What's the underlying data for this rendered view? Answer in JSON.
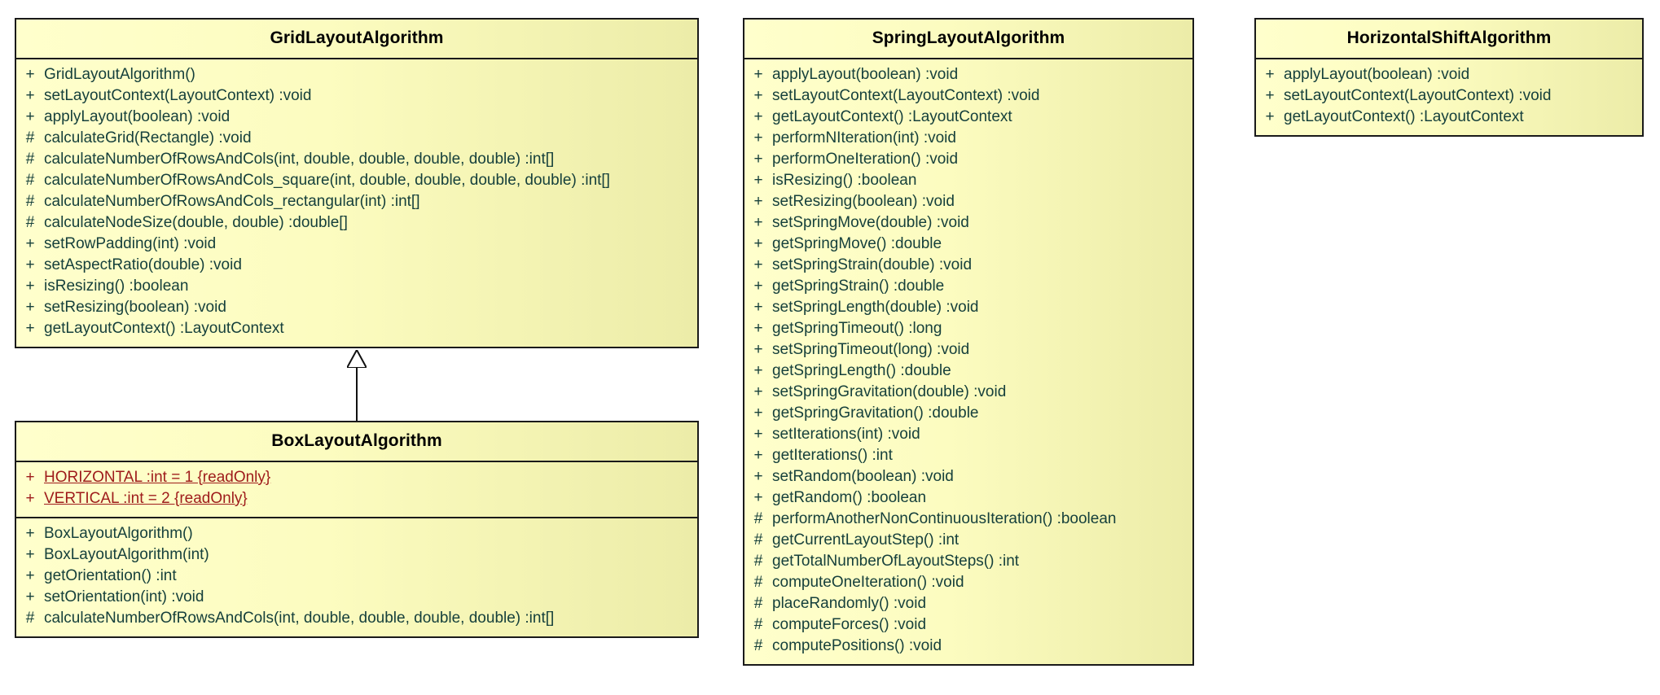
{
  "diagram": {
    "type": "uml-class-diagram",
    "colors": {
      "fill_light": "#ffffcc",
      "fill_dark": "#ececa8",
      "border": "#1a1a1a",
      "member_text": "#16403c",
      "title_text": "#000000",
      "static_attribute_text": "#9e1b1b"
    },
    "relationships": [
      {
        "kind": "generalization",
        "label": "",
        "from": "BoxLayoutAlgorithm",
        "to": "GridLayoutAlgorithm"
      }
    ]
  },
  "classes": {
    "grid": {
      "name": "GridLayoutAlgorithm",
      "attributes": [],
      "methods": [
        {
          "vis": "+",
          "sig": "GridLayoutAlgorithm()"
        },
        {
          "vis": "+",
          "sig": "setLayoutContext(LayoutContext)  :void"
        },
        {
          "vis": "+",
          "sig": "applyLayout(boolean)  :void"
        },
        {
          "vis": "#",
          "sig": "calculateGrid(Rectangle)  :void"
        },
        {
          "vis": "#",
          "sig": "calculateNumberOfRowsAndCols(int, double, double, double, double)  :int[]"
        },
        {
          "vis": "#",
          "sig": "calculateNumberOfRowsAndCols_square(int, double, double, double, double)  :int[]"
        },
        {
          "vis": "#",
          "sig": "calculateNumberOfRowsAndCols_rectangular(int)  :int[]"
        },
        {
          "vis": "#",
          "sig": "calculateNodeSize(double, double)  :double[]"
        },
        {
          "vis": "+",
          "sig": "setRowPadding(int)  :void"
        },
        {
          "vis": "+",
          "sig": "setAspectRatio(double)  :void"
        },
        {
          "vis": "+",
          "sig": "isResizing()  :boolean"
        },
        {
          "vis": "+",
          "sig": "setResizing(boolean)  :void"
        },
        {
          "vis": "+",
          "sig": "getLayoutContext()  :LayoutContext"
        }
      ]
    },
    "box": {
      "name": "BoxLayoutAlgorithm",
      "attributes": [
        {
          "vis": "+",
          "sig": "HORIZONTAL  :int = 1 {readOnly}"
        },
        {
          "vis": "+",
          "sig": "VERTICAL  :int = 2 {readOnly}"
        }
      ],
      "methods": [
        {
          "vis": "+",
          "sig": "BoxLayoutAlgorithm()"
        },
        {
          "vis": "+",
          "sig": "BoxLayoutAlgorithm(int)"
        },
        {
          "vis": "+",
          "sig": "getOrientation()  :int"
        },
        {
          "vis": "+",
          "sig": "setOrientation(int)  :void"
        },
        {
          "vis": "#",
          "sig": "calculateNumberOfRowsAndCols(int, double, double, double, double)  :int[]"
        }
      ]
    },
    "spring": {
      "name": "SpringLayoutAlgorithm",
      "attributes": [],
      "methods": [
        {
          "vis": "+",
          "sig": "applyLayout(boolean)  :void"
        },
        {
          "vis": "+",
          "sig": "setLayoutContext(LayoutContext)  :void"
        },
        {
          "vis": "+",
          "sig": "getLayoutContext()  :LayoutContext"
        },
        {
          "vis": "+",
          "sig": "performNIteration(int)  :void"
        },
        {
          "vis": "+",
          "sig": "performOneIteration()  :void"
        },
        {
          "vis": "+",
          "sig": "isResizing()  :boolean"
        },
        {
          "vis": "+",
          "sig": "setResizing(boolean)  :void"
        },
        {
          "vis": "+",
          "sig": "setSpringMove(double)  :void"
        },
        {
          "vis": "+",
          "sig": "getSpringMove()  :double"
        },
        {
          "vis": "+",
          "sig": "setSpringStrain(double)  :void"
        },
        {
          "vis": "+",
          "sig": "getSpringStrain()  :double"
        },
        {
          "vis": "+",
          "sig": "setSpringLength(double)  :void"
        },
        {
          "vis": "+",
          "sig": "getSpringTimeout()  :long"
        },
        {
          "vis": "+",
          "sig": "setSpringTimeout(long)  :void"
        },
        {
          "vis": "+",
          "sig": "getSpringLength()  :double"
        },
        {
          "vis": "+",
          "sig": "setSpringGravitation(double)  :void"
        },
        {
          "vis": "+",
          "sig": "getSpringGravitation()  :double"
        },
        {
          "vis": "+",
          "sig": "setIterations(int)  :void"
        },
        {
          "vis": "+",
          "sig": "getIterations()  :int"
        },
        {
          "vis": "+",
          "sig": "setRandom(boolean)  :void"
        },
        {
          "vis": "+",
          "sig": "getRandom()  :boolean"
        },
        {
          "vis": "#",
          "sig": "performAnotherNonContinuousIteration()  :boolean"
        },
        {
          "vis": "#",
          "sig": "getCurrentLayoutStep()  :int"
        },
        {
          "vis": "#",
          "sig": "getTotalNumberOfLayoutSteps()  :int"
        },
        {
          "vis": "#",
          "sig": "computeOneIteration()  :void"
        },
        {
          "vis": "#",
          "sig": "placeRandomly()  :void"
        },
        {
          "vis": "#",
          "sig": "computeForces()  :void"
        },
        {
          "vis": "#",
          "sig": "computePositions()  :void"
        }
      ]
    },
    "hshift": {
      "name": "HorizontalShiftAlgorithm",
      "attributes": [],
      "methods": [
        {
          "vis": "+",
          "sig": "applyLayout(boolean)  :void"
        },
        {
          "vis": "+",
          "sig": "setLayoutContext(LayoutContext)  :void"
        },
        {
          "vis": "+",
          "sig": "getLayoutContext()  :LayoutContext"
        }
      ]
    }
  }
}
